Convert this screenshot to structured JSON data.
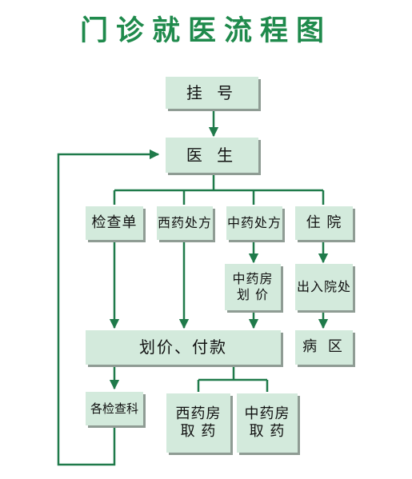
{
  "title": "门诊就医流程图",
  "colors": {
    "line": "#1f7a4a",
    "box": "#d3eadc",
    "shadow": "#8f9c94",
    "title": "#1f8a4c"
  },
  "nodes": {
    "guahao": "挂 号",
    "yisheng": "医 生",
    "jianchadan": "检查单",
    "xiyao_chufang": "西药处方",
    "zhongyao_chufang": "中药处方",
    "zhuyuan": "住 院",
    "zhongyaofang_hujia": "中药房\n划  价",
    "churuyuanchu": "出入院处",
    "huajia_fukuan": "划价、付款",
    "bingqu": "病 区",
    "ge_jianchake": "各检查科",
    "xiyaofang_quyao": "西药房\n取  药",
    "zhongyaofang_quyao": "中药房\n取  药"
  }
}
